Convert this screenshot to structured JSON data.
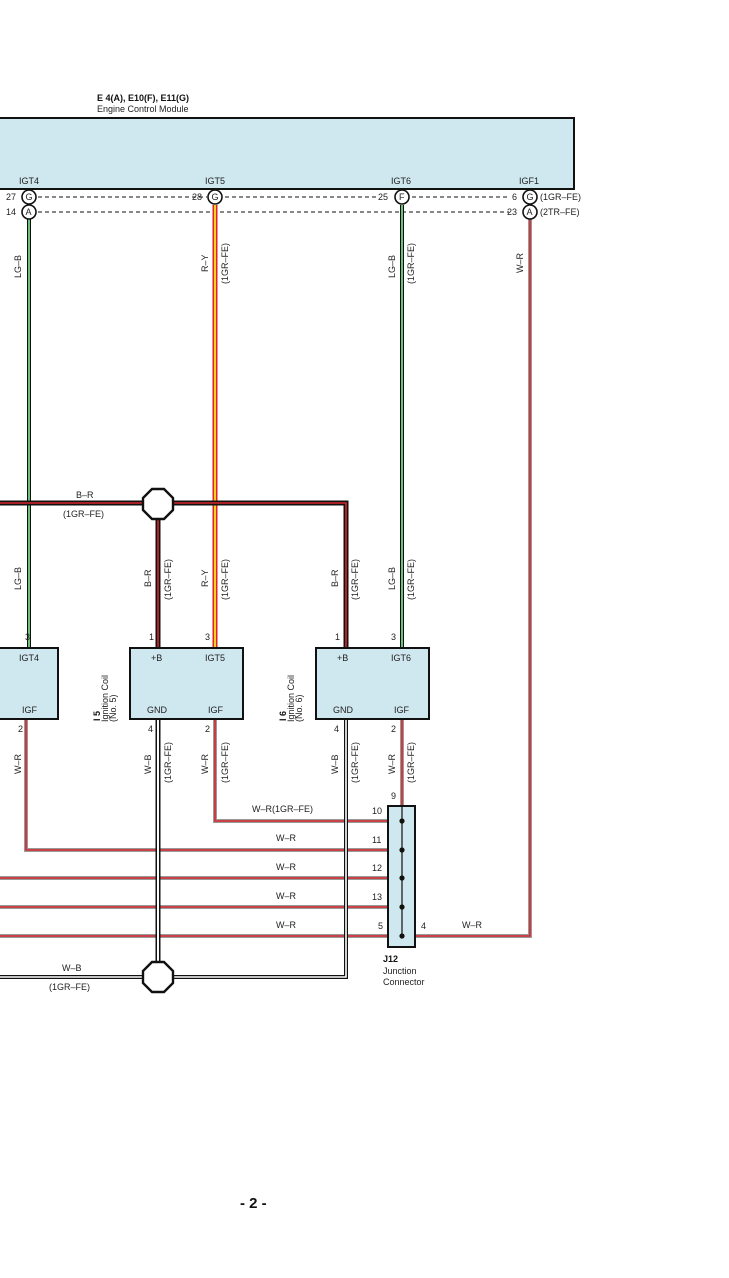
{
  "ecm": {
    "connectors": "E 4(A), E10(F), E11(G)",
    "name": "Engine Control Module",
    "signals": [
      "IGT4",
      "IGT5",
      "IGT6",
      "IGF1"
    ],
    "pins_g": [
      "27",
      "28",
      "25",
      "6"
    ],
    "pins_a": [
      "14",
      "23"
    ],
    "conn_letters": [
      "G",
      "A",
      "G",
      "F",
      "G",
      "A"
    ],
    "variant_1gr": "(1GR–FE)",
    "variant_2tr": "(2TR–FE)"
  },
  "wire_labels": {
    "lg_b": "LG–B",
    "r_y": "R–Y",
    "w_r": "W–R",
    "b_r": "B–R",
    "w_b": "W–B",
    "v1gr": "(1GR–FE)",
    "w_r_1gr": "W–R(1GR–FE)"
  },
  "coils": {
    "left": {
      "igt": "IGT4",
      "igf": "IGF",
      "pin_top": "3",
      "pin_bottom": "2"
    },
    "coil5": {
      "id": "I 5",
      "name": "Ignition Coil",
      "num": "(No. 5)",
      "b": "+B",
      "igt": "IGT5",
      "gnd": "GND",
      "igf": "IGF",
      "pin1": "1",
      "pin3": "3",
      "pin4": "4",
      "pin2": "2"
    },
    "coil6": {
      "id": "I 6",
      "name": "Ignition Coil",
      "num": "(No. 6)",
      "b": "+B",
      "igt": "IGT6",
      "gnd": "GND",
      "igf": "IGF",
      "pin1": "1",
      "pin3": "3",
      "pin4": "4",
      "pin2": "2"
    }
  },
  "junction": {
    "id": "J12",
    "name1": "Junction",
    "name2": "Connector",
    "pins": [
      "9",
      "10",
      "11",
      "12",
      "13",
      "5",
      "4"
    ]
  },
  "page_number": "- 2 -",
  "colors": {
    "box_fill": "#cfe7ee",
    "red": "#d8262c",
    "green": "#5fae6e",
    "yellow": "#f2d21b",
    "black": "#111111"
  }
}
